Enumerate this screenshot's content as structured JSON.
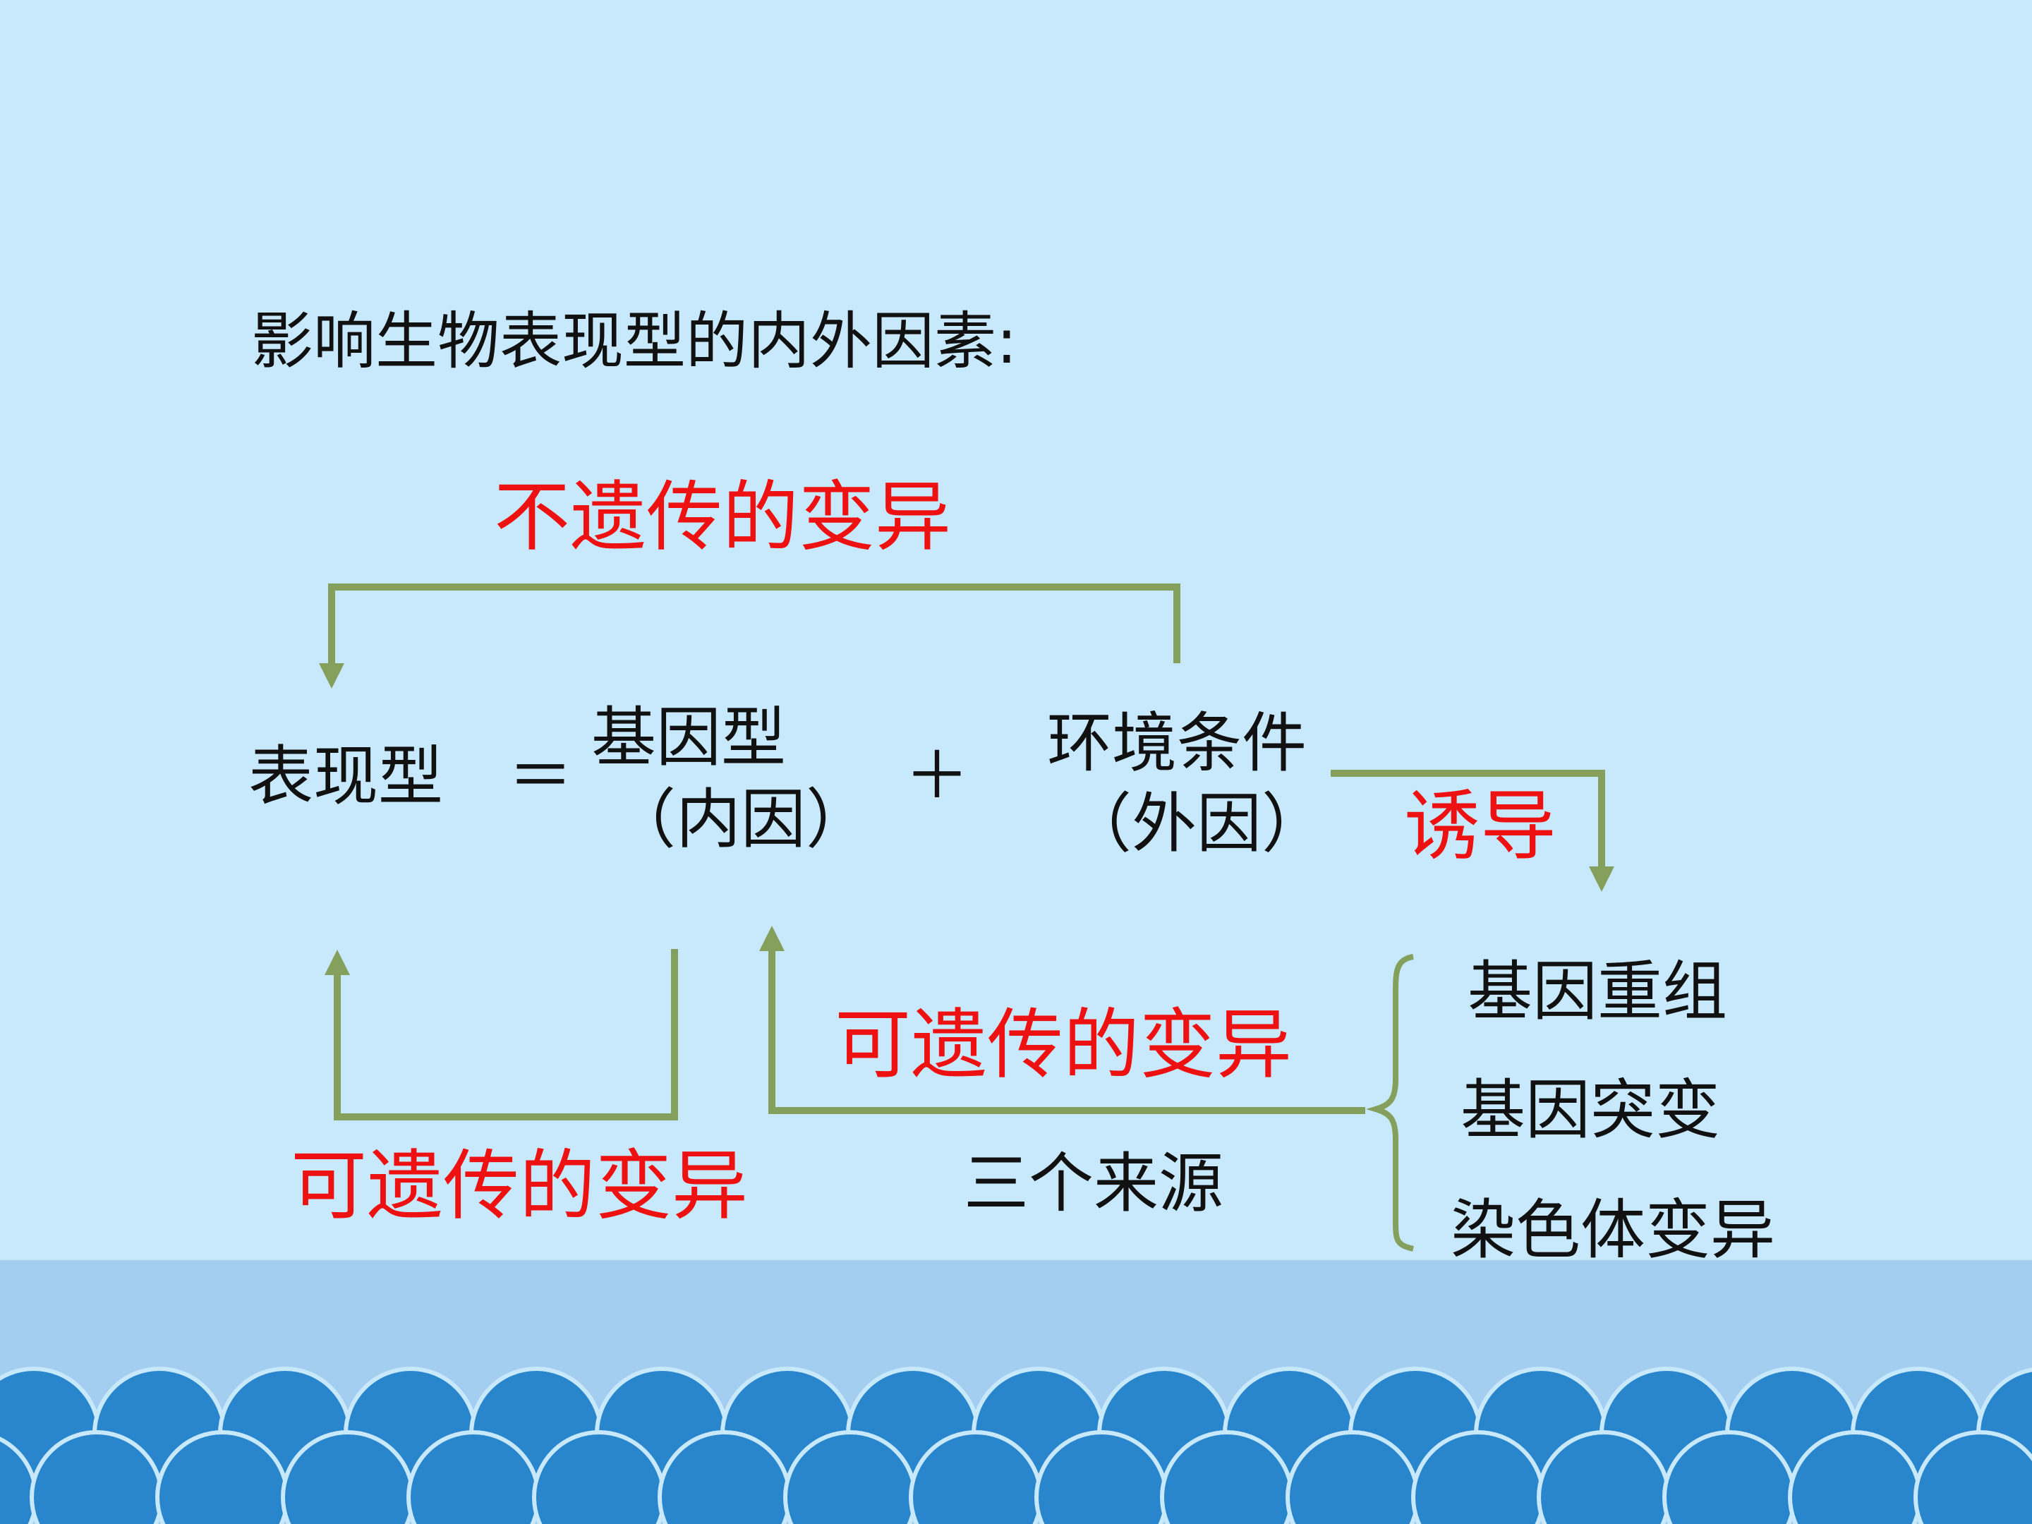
{
  "heading": "影响生物表现型的内外因素:",
  "equation": {
    "phenotype": "表现型",
    "equals": "＝",
    "genotype": "基因型",
    "genotype_note": "（内因）",
    "plus": "＋",
    "environment": "环境条件",
    "environment_note": "（外因）"
  },
  "labels": {
    "non_heritable": "不遗传的变异",
    "induce": "诱导",
    "heritable_left": "可遗传的变异",
    "heritable_right": "可遗传的变异",
    "three_sources": "三个来源"
  },
  "sources": [
    "基因重组",
    "基因突变",
    "染色体变异"
  ],
  "colors": {
    "background": "#c8e8fb",
    "arrow": "#84a05c",
    "emphasis_text": "#ee1111",
    "body_text": "#111111",
    "water": "#a3cef0",
    "waves": "#2a86cc"
  }
}
